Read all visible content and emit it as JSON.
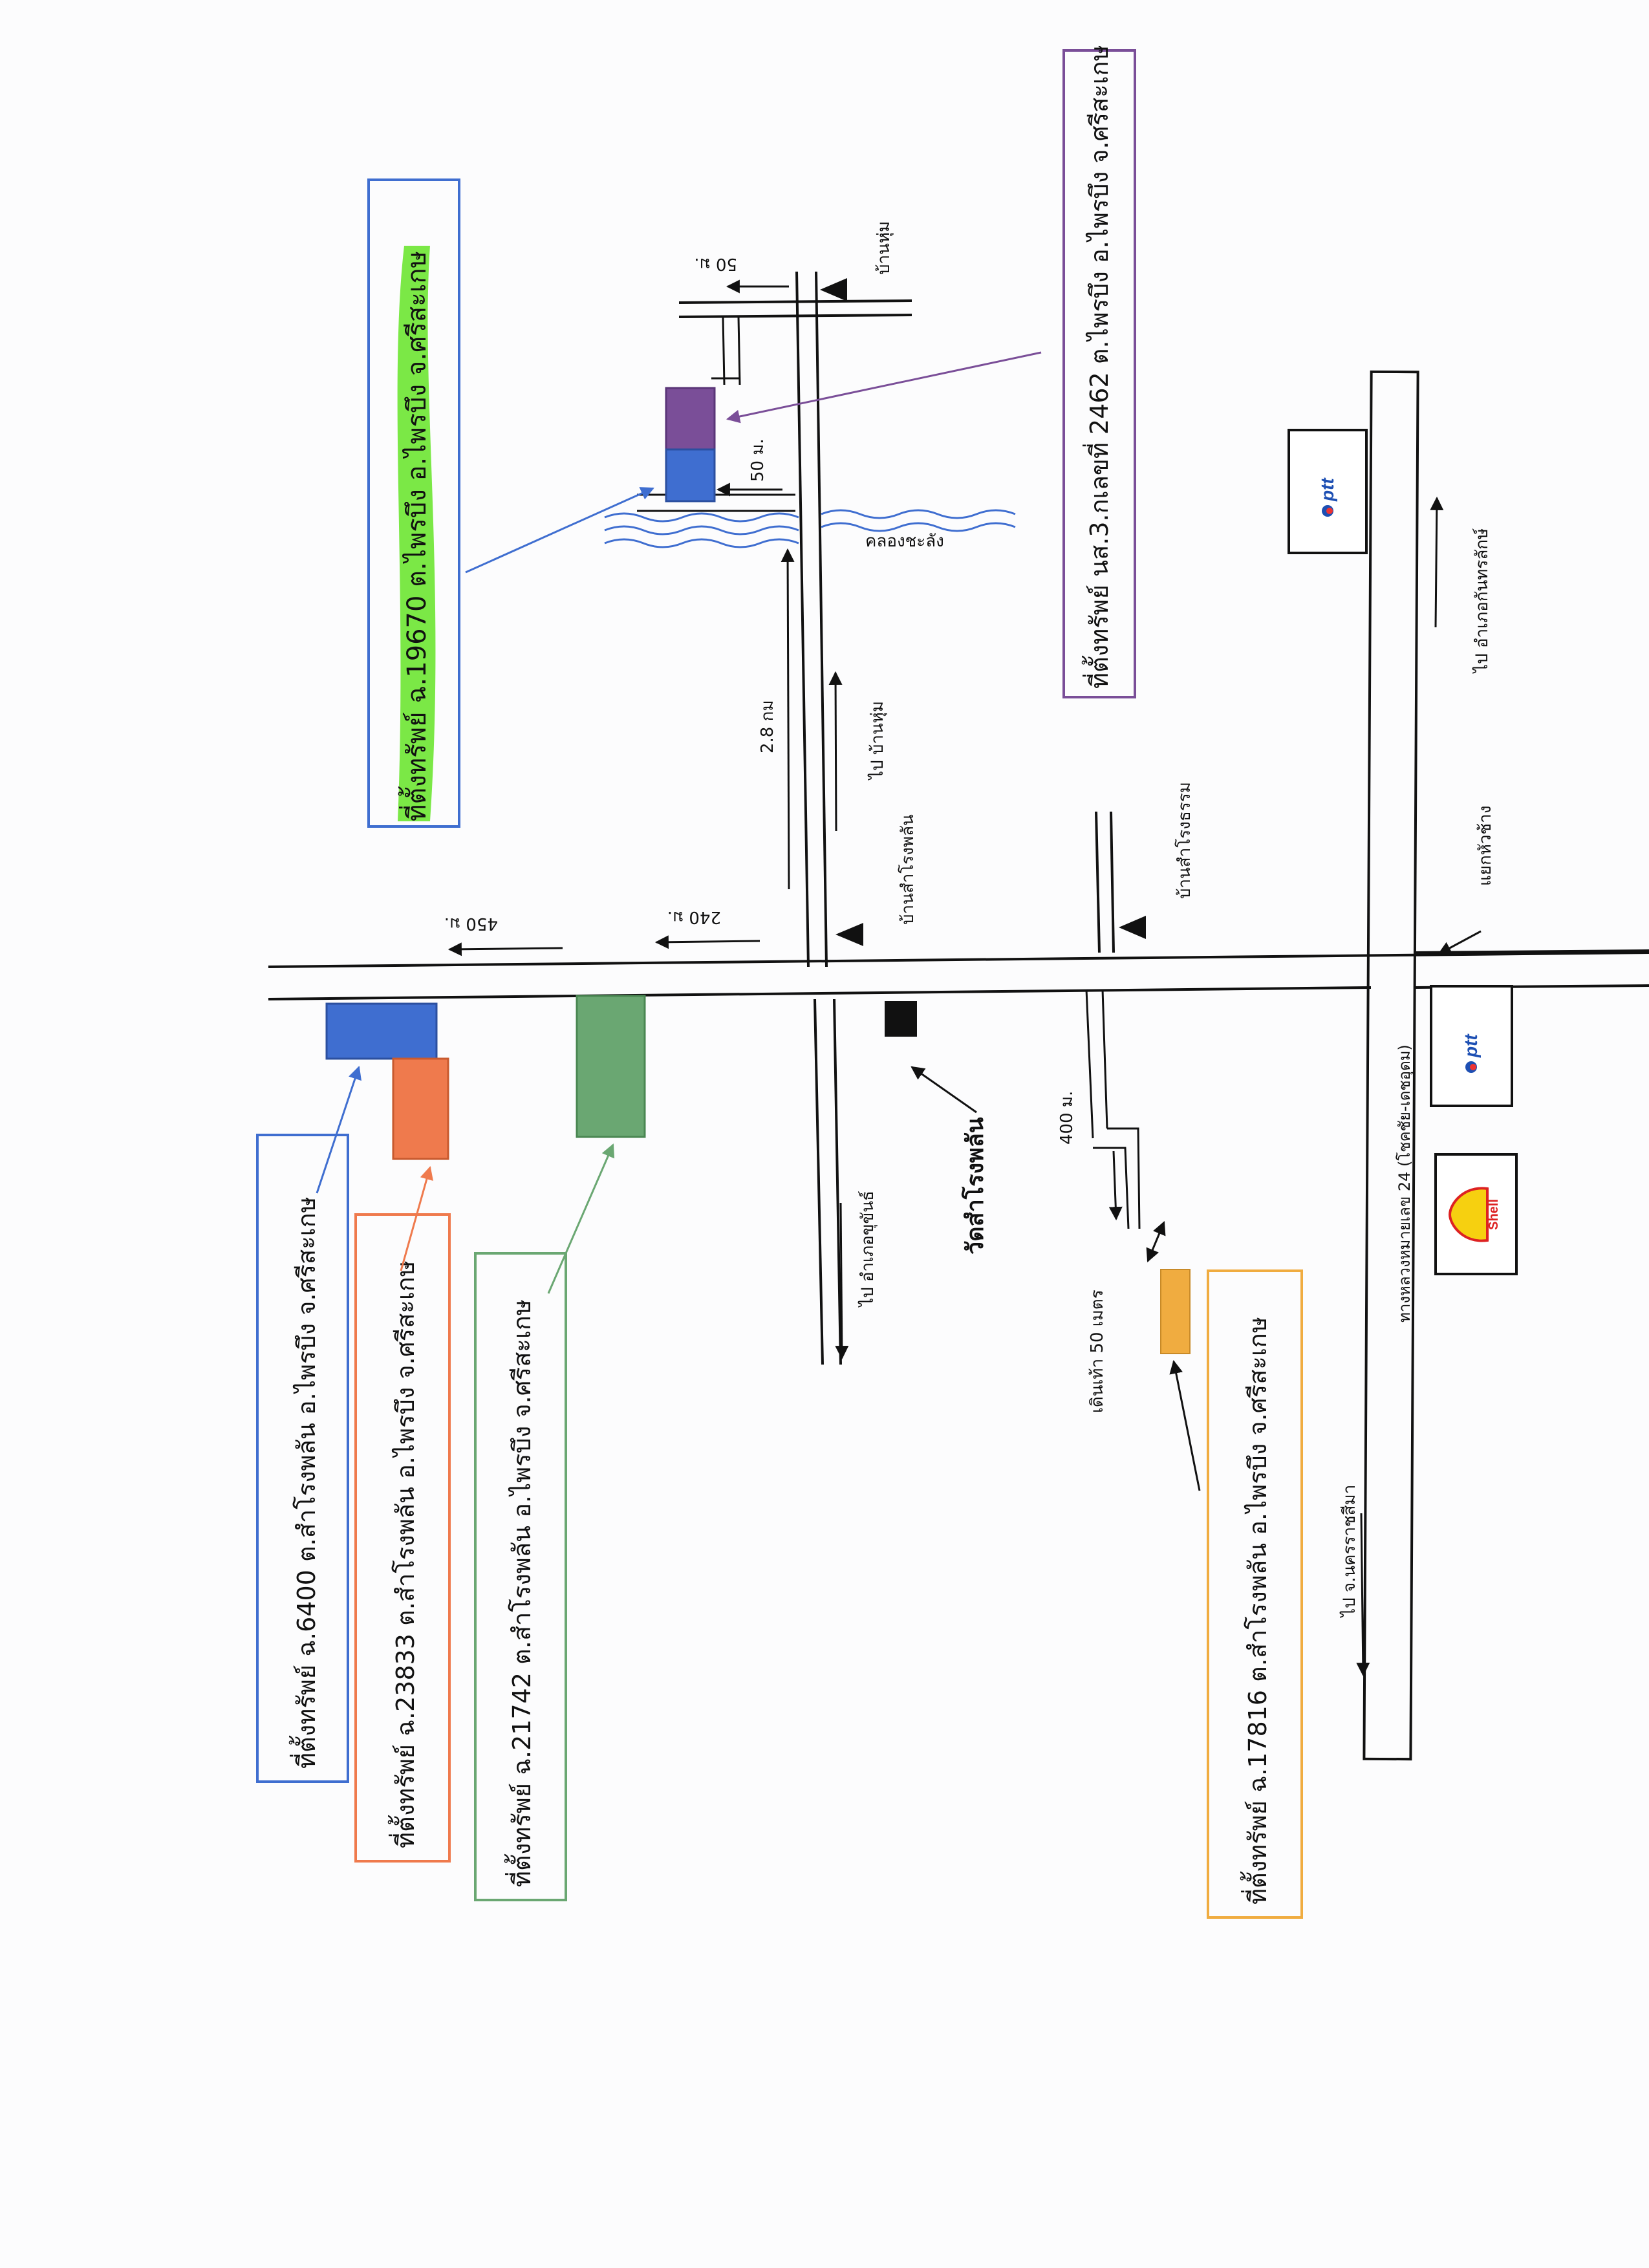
{
  "map": {
    "colors": {
      "blue": "#3f6ed0",
      "orange": "#ef7a4d",
      "green": "#6aa772",
      "purple": "#7a4e98",
      "gold": "#f0ac40",
      "highlight": "#7be846",
      "black": "#111111"
    },
    "property_labels": [
      {
        "id": "p6400",
        "text": "ที่ตั้งทรัพย์ ฉ.6400 ต.สำโรงพลัน อ.ไพรบึง จ.ศรีสะเกษ",
        "color": "#3f6ed0"
      },
      {
        "id": "p23833",
        "text": "ที่ตั้งทรัพย์ ฉ.23833 ต.สำโรงพลัน อ.ไพรบึง จ.ศรีสะเกษ",
        "color": "#ef7a4d"
      },
      {
        "id": "p21742",
        "text": "ที่ตั้งทรัพย์ ฉ.21742 ต.สำโรงพลัน อ.ไพรบึง จ.ศรีสะเกษ",
        "color": "#6aa772"
      },
      {
        "id": "p19670",
        "text": "ที่ตั้งทรัพย์ ฉ.19670 ต.ไพรบึง อ.ไพรบึง จ.ศรีสะเกษ",
        "color": "#3f6ed0"
      },
      {
        "id": "p2462",
        "text": "ที่ตั้งทรัพย์ นส.3.กเลขที่ 2462 ต.ไพรบึง อ.ไพรบึง จ.ศรีสะเกษ",
        "color": "#7a4e98"
      },
      {
        "id": "p17816",
        "text": "ที่ตั้งทรัพย์ ฉ.17816 ต.สำโรงพลัน อ.ไพรบึง จ.ศรีสะเกษ",
        "color": "#f0ac40"
      }
    ],
    "distances": {
      "d450": "450 ม.",
      "d240": "240 ม.",
      "d2_8": "2.8 กม",
      "d50_top": "50 ม.",
      "d50_side": "50 ม.",
      "d400": "400 ม.",
      "walk50": "เดินเท้า 50 เมตร"
    },
    "places": {
      "wat": "วัดสำโรงพลัน",
      "canal": "คลองชะลัง",
      "ban_samrongphlan": "บ้านสำโรงพลัน",
      "ban_samrongtham": "บ้านสำโรงธรรม",
      "ban_nonghum": "บ้านหุ่ม",
      "to_ban_nonghum": "ไป บ้านหุ่ม",
      "to_khukhan": "ไป อำเภอขุขันธ์",
      "to_kantharalak": "ไป อำเภอกันทรลักษ์",
      "to_nakhon": "ไป จ.นครราชสีมา",
      "junction": "แยกหัวช้าง",
      "highway": "ทางหลวงหมายเลข 24 (โชคชัย-เดชอุดม)"
    },
    "gas_stations": {
      "ptt": "ptt",
      "shell": "Shell"
    }
  }
}
